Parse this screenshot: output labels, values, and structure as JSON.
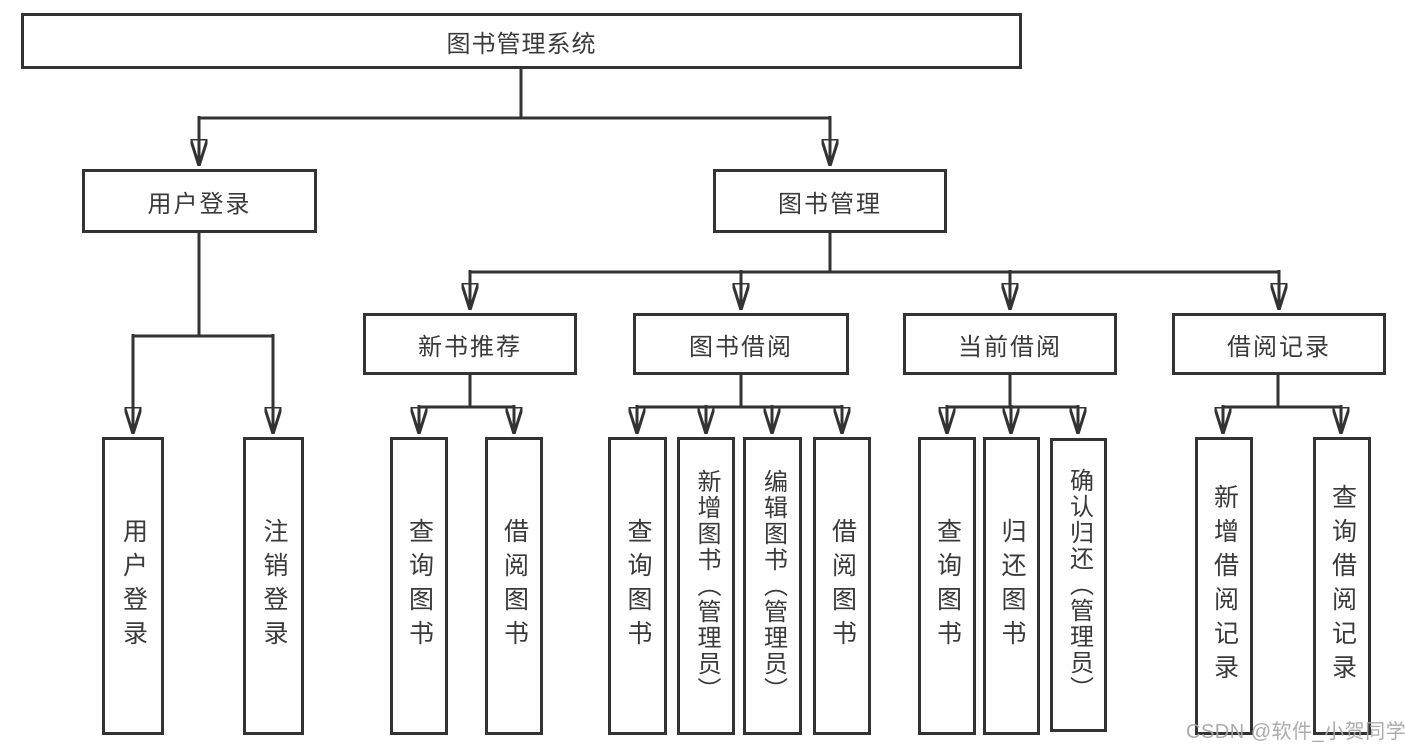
{
  "colors": {
    "line": "#333333",
    "box_border": "#333333",
    "box_background": "#ffffff",
    "text": "#3a3a3a",
    "watermark": "#a8a8a8"
  },
  "watermark": "CSDN @软件_小贺同学",
  "tree": {
    "label": "图书管理系统",
    "children": [
      {
        "label": "用户登录",
        "children": [
          {
            "label": "用户登录"
          },
          {
            "label": "注销登录"
          }
        ]
      },
      {
        "label": "图书管理",
        "children": [
          {
            "label": "新书推荐",
            "children": [
              {
                "label": "查询图书"
              },
              {
                "label": "借阅图书"
              }
            ]
          },
          {
            "label": "图书借阅",
            "children": [
              {
                "label": "查询图书"
              },
              {
                "label": "新增图书（管理员）"
              },
              {
                "label": "编辑图书（管理员）"
              },
              {
                "label": "借阅图书"
              }
            ]
          },
          {
            "label": "当前借阅",
            "children": [
              {
                "label": "查询图书"
              },
              {
                "label": "归还图书"
              },
              {
                "label": "确认归还（管理员）"
              }
            ]
          },
          {
            "label": "借阅记录",
            "children": [
              {
                "label": "新增借阅记录"
              },
              {
                "label": "查询借阅记录"
              }
            ]
          }
        ]
      }
    ]
  }
}
